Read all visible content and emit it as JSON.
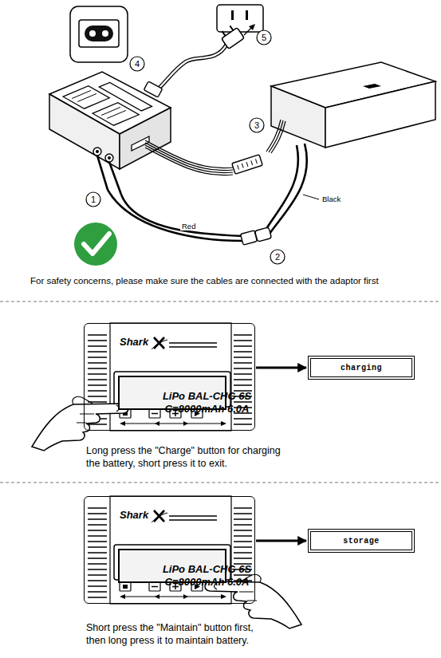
{
  "diagram": {
    "nodes": [
      {
        "text": [
          "Shark"
        ]
      },
      {
        "text": [
          "LiPo BAL-CHG 6S",
          "C=8000mAh 6.0A"
        ],
        "in": 0
      },
      {
        "text": [
          "charging"
        ]
      },
      {
        "text": [
          "Shark"
        ]
      },
      {
        "text": [
          "LiPo BAL-CHG 6S",
          "C=8000mAh 6.0A"
        ],
        "in": 3
      },
      {
        "text": [
          "storage"
        ]
      }
    ],
    "edges": [
      {
        "from": 0,
        "to": 2,
        "arrow": "to"
      },
      {
        "from": 3,
        "to": 5,
        "arrow": "to"
      }
    ],
    "labels": [
      "4",
      "5",
      "3",
      "1",
      "2",
      "Black",
      "Red",
      "For safety concerns, please make sure the cables are connected with the adaptor first",
      "Long press the \"Charge\" button for charging the battery, short press it to exit.",
      "Short press the \"Maintain\" button first, then long press it to maintain battery."
    ]
  }
}
